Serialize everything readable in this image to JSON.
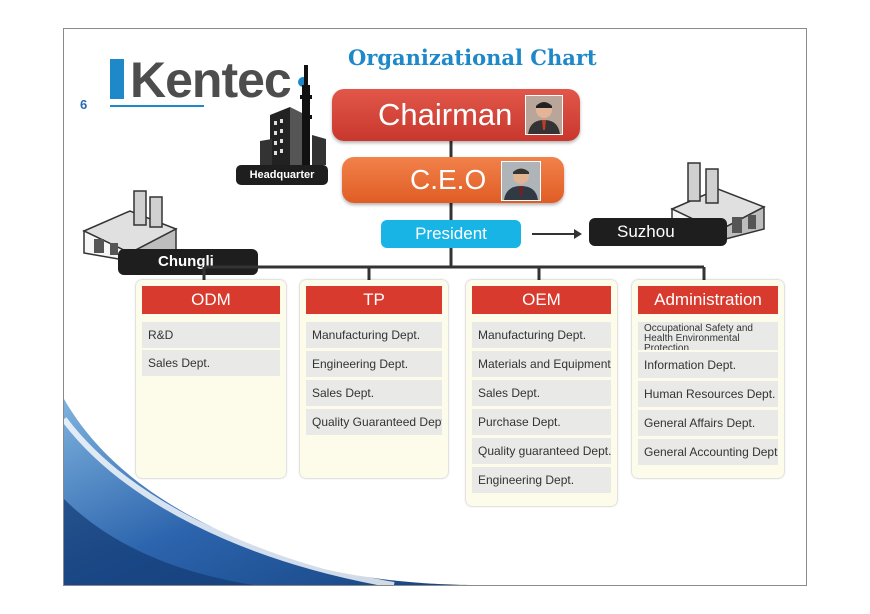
{
  "slide": {
    "page_number": "6",
    "title": "Organizational Chart",
    "logo_text": "Kentec"
  },
  "hierarchy": {
    "chairman": "Chairman",
    "ceo": "C.E.O",
    "president": "President"
  },
  "locations": {
    "headquarter": "Headquarter",
    "chungli": "Chungli",
    "suzhou": "Suzhou"
  },
  "departments": [
    {
      "name": "ODM",
      "items": [
        "R&D",
        "Sales Dept."
      ]
    },
    {
      "name": "TP",
      "items": [
        "Manufacturing Dept.",
        "Engineering Dept.",
        "Sales Dept.",
        "Quality Guaranteed Dept."
      ]
    },
    {
      "name": "OEM",
      "items": [
        "Manufacturing Dept.",
        "Materials and Equipment",
        "Sales Dept.",
        "Purchase Dept.",
        "Quality guaranteed Dept.",
        "Engineering Dept."
      ]
    },
    {
      "name": "Administration",
      "items": [
        "Occupational Safety and Health Environmental Protection",
        "Information Dept.",
        "Human Resources Dept.",
        "General Affairs Dept.",
        "General Accounting Dept."
      ]
    }
  ],
  "colors": {
    "accent_blue": "#1e88c8",
    "chairman_red": "#d93a2e",
    "ceo_orange": "#e96a33",
    "president_cyan": "#18b4e6",
    "location_black": "#1e1e1e"
  }
}
